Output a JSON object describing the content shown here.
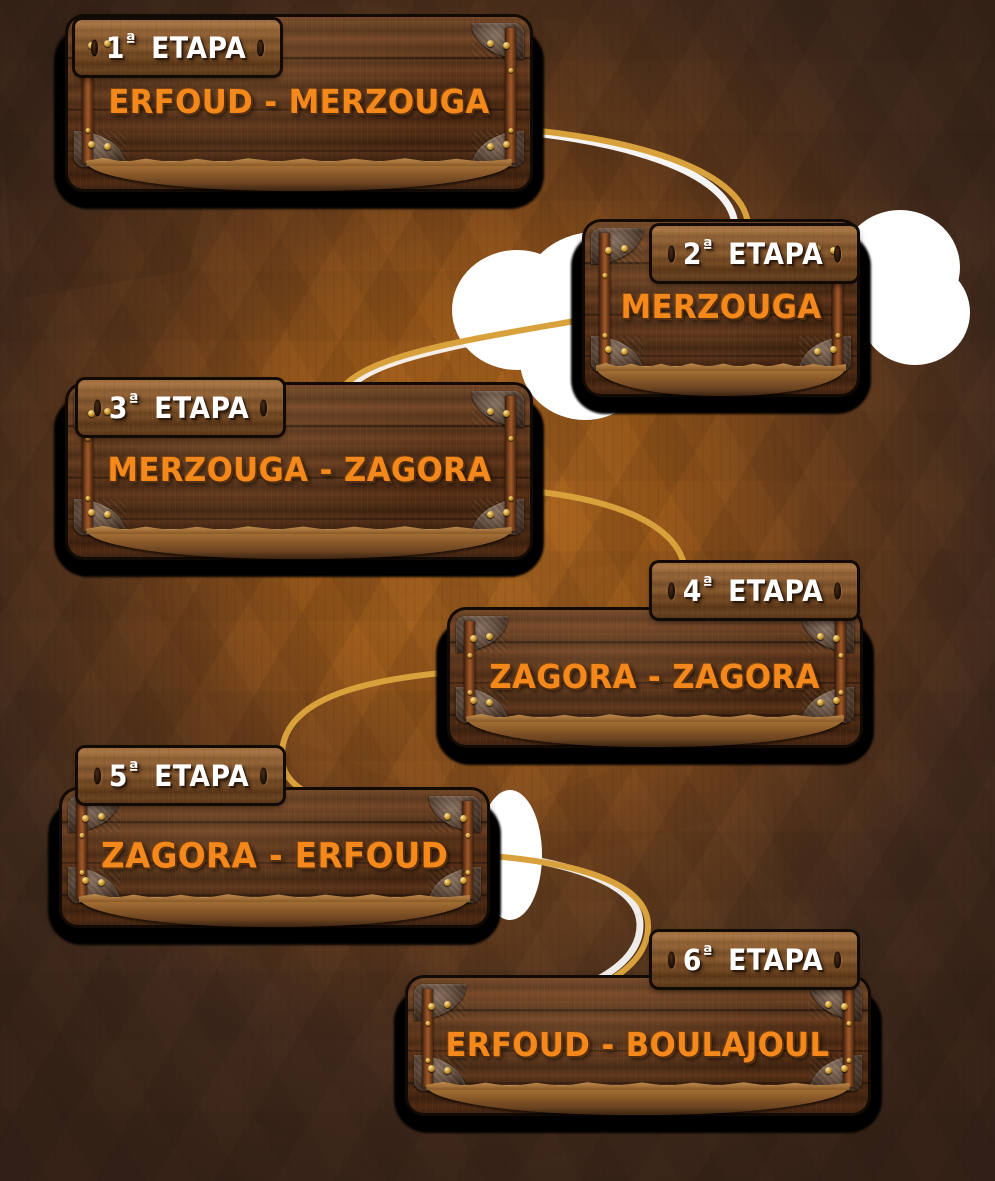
{
  "page": {
    "title": "Etapas del Rally",
    "language": "es"
  },
  "colors": {
    "route_text": "#F5881B",
    "plaque_text": "#FFFFFF",
    "wood_dark": "#5C3217",
    "wood_plaque": "#8A5526",
    "trail": "#D9A13B",
    "background": "#8A5A2B"
  },
  "stages": [
    {
      "label": "1",
      "ordinal_suffix": "ª",
      "stage_word": "ETAPA",
      "route": "ERFOUD - MERZOUGA"
    },
    {
      "label": "2",
      "ordinal_suffix": "ª",
      "stage_word": "ETAPA",
      "route": "MERZOUGA"
    },
    {
      "label": "3",
      "ordinal_suffix": "ª",
      "stage_word": "ETAPA",
      "route": "MERZOUGA - ZAGORA"
    },
    {
      "label": "4",
      "ordinal_suffix": "ª",
      "stage_word": "ETAPA",
      "route": "ZAGORA - ZAGORA"
    },
    {
      "label": "5",
      "ordinal_suffix": "ª",
      "stage_word": "ETAPA",
      "route": "ZAGORA - ERFOUD"
    },
    {
      "label": "6",
      "ordinal_suffix": "ª",
      "stage_word": "ETAPA",
      "route": "ERFOUD - BOULAJOUL"
    }
  ]
}
